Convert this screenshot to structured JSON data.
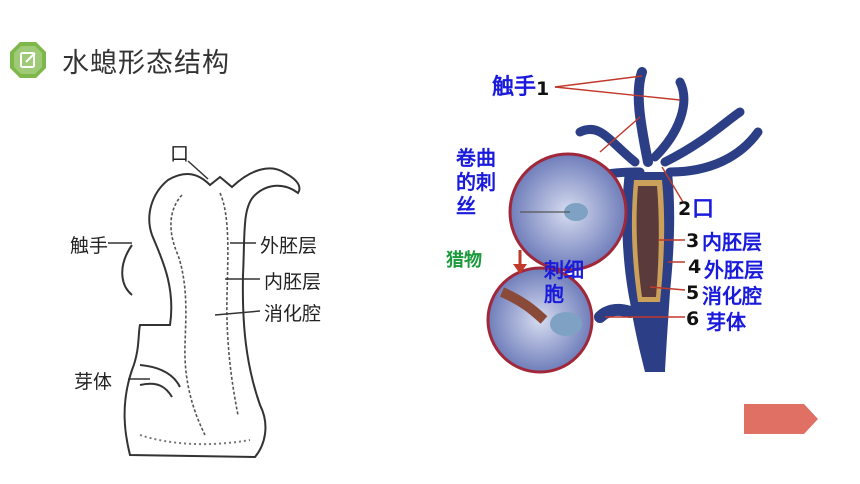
{
  "page": {
    "title": "水螅形态结构"
  },
  "left_diagram": {
    "labels": {
      "mouth": "口",
      "tentacle": "触手",
      "ectoderm": "外胚层",
      "endoderm": "内胚层",
      "cavity": "消化腔",
      "bud": "芽体"
    }
  },
  "right_diagram": {
    "labels": {
      "tentacle": "触手",
      "coiled_thread": "卷曲的刺丝",
      "cnidocyte": "刺细胞",
      "prey": "猎物",
      "mouth": "口",
      "endoderm": "内胚层",
      "ectoderm": "外胚层",
      "cavity": "消化腔",
      "bud": "芽体"
    },
    "numbers": [
      "1",
      "2",
      "3",
      "4",
      "5",
      "6"
    ]
  },
  "colors": {
    "accent_green": "#7fb84a",
    "label_blue": "#1a1adc",
    "label_green": "#1a9a3a",
    "hydra_blue": "#2c3f86",
    "next_arrow": "#e07063"
  }
}
